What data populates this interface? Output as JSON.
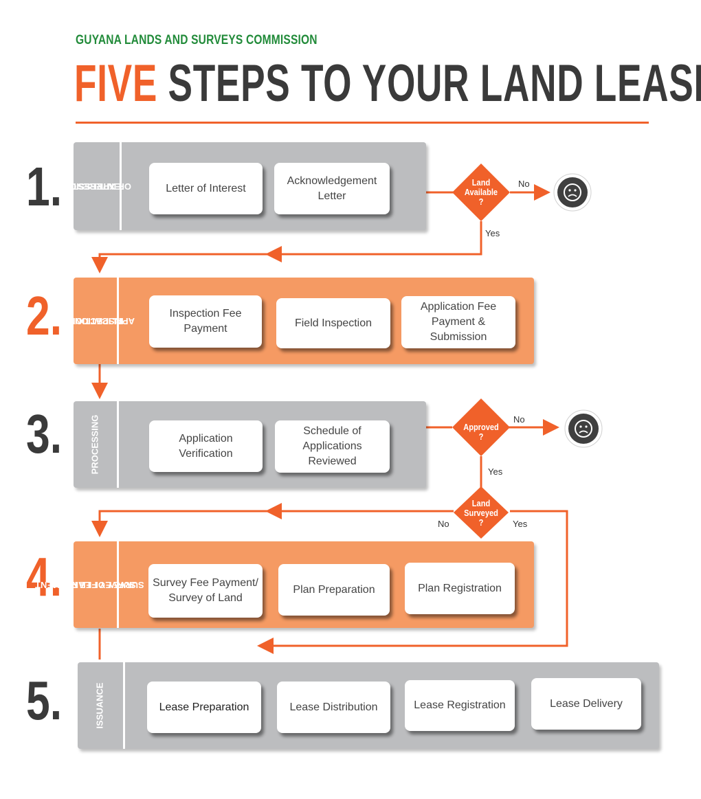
{
  "header": {
    "org": "GUYANA LANDS AND SURVEYS COMMISSION",
    "title_highlight": "FIVE",
    "title_rest": "STEPS TO YOUR LAND LEASE"
  },
  "steps": [
    {
      "number": "1.",
      "label_line1": "EXPRESSION",
      "label_line2": "OF INTEREST",
      "cards": [
        "Letter of Interest",
        "Acknowledgement Letter"
      ]
    },
    {
      "number": "2.",
      "label_line1": "INSPECTION AND",
      "label_line2": "APPLICATION",
      "cards": [
        "Inspection Fee Payment",
        "Field Inspection",
        "Application Fee Payment & Submission"
      ]
    },
    {
      "number": "3.",
      "label_line1": "PROCESSING",
      "label_line2": "",
      "cards": [
        "Application Verification",
        "Schedule of Applications Reviewed"
      ]
    },
    {
      "number": "4.",
      "label_line1": "SURVEY FEE PAYMENT",
      "label_line2": "SURVEY OF LAND",
      "cards": [
        "Survey Fee Payment/ Survey of Land",
        "Plan Preparation",
        "Plan Registration"
      ]
    },
    {
      "number": "5.",
      "label_line1": "ISSUANCE",
      "label_line2": "",
      "cards": [
        "Lease Preparation",
        "Lease Distribution",
        "Lease Registration",
        "Lease Delivery"
      ]
    }
  ],
  "decisions": {
    "d1": {
      "line1": "Land",
      "line2": "Available ?",
      "no": "No",
      "yes": "Yes"
    },
    "d2": {
      "line1": "Approved ?",
      "no": "No",
      "yes": "Yes"
    },
    "d3": {
      "line1": "Land",
      "line2": "Surveyed ?",
      "no": "No",
      "yes": "Yes"
    }
  },
  "colors": {
    "orange": "#f0612a",
    "green": "#228b3a",
    "dark": "#3a3a3a",
    "gray_band": "#bcbdbf",
    "peach_band": "#f59a63"
  },
  "icons": {
    "reject": "sad-face-icon"
  }
}
